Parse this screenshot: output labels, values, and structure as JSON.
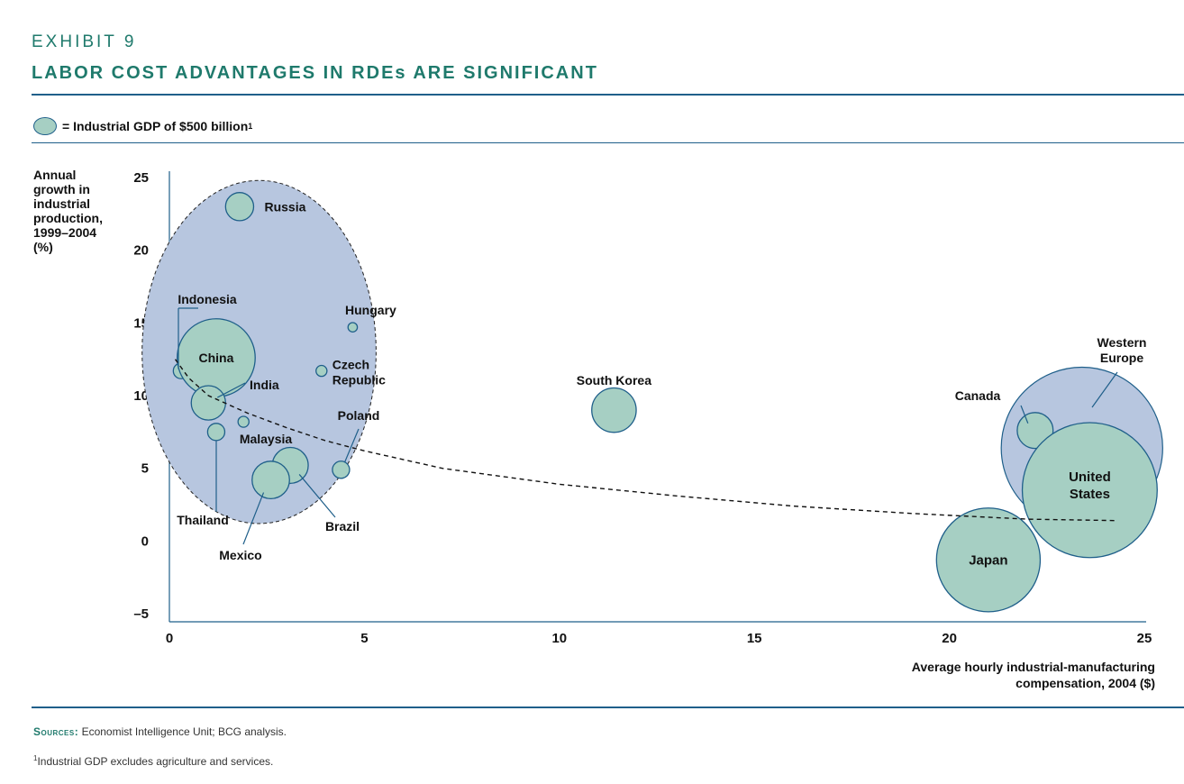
{
  "header": {
    "exhibit": "EXHIBIT 9",
    "title": "LABOR COST ADVANTAGES IN RDEs ARE SIGNIFICANT"
  },
  "legend": {
    "text": "= Industrial GDP of $500 billion",
    "footnote_marker": "1"
  },
  "footer": {
    "sources_lead": "Sources:",
    "sources_text": " Economist Intelligence Unit; BCG analysis.",
    "footnote_marker": "1",
    "footnote_text": "Industrial GDP excludes agriculture and services."
  },
  "colors": {
    "brand_teal": "#1f7a6c",
    "axis_blue": "#1f5f8a",
    "bubble_fill": "#a6cfc3",
    "cluster_fill": "#b7c6df"
  },
  "chart_data": {
    "type": "scatter",
    "subtype": "bubble",
    "title": "LABOR COST ADVANTAGES IN RDEs ARE SIGNIFICANT",
    "xlabel_lines": [
      "Average hourly industrial-manufacturing",
      "compensation, 2004 ($)"
    ],
    "ylabel_lines": [
      "Annual",
      "growth in",
      "industrial",
      "production,",
      "1999–2004",
      "(%)"
    ],
    "xlim": [
      0,
      25
    ],
    "ylim": [
      -5,
      25
    ],
    "xticks": [
      0,
      5,
      10,
      15,
      20,
      25
    ],
    "yticks": [
      25,
      20,
      15,
      10,
      5,
      0,
      -5
    ],
    "ytick_labels": [
      "25",
      "20",
      "15",
      "10",
      "5",
      "0",
      "–5"
    ],
    "grid": false,
    "bubble_size_reference": "Industrial GDP of $500 billion",
    "points": [
      {
        "label": "Russia",
        "x": 1.8,
        "y": 23.0,
        "r": 0.36
      },
      {
        "label": "Hungary",
        "x": 4.7,
        "y": 14.7,
        "r": 0.12
      },
      {
        "label": "Indonesia",
        "x": 0.3,
        "y": 11.7,
        "r": 0.2
      },
      {
        "label": "China",
        "x": 1.2,
        "y": 12.6,
        "r": 1.0
      },
      {
        "label": "Czech Republic",
        "x": 3.9,
        "y": 11.7,
        "r": 0.14
      },
      {
        "label": "India",
        "x": 1.0,
        "y": 9.5,
        "r": 0.44
      },
      {
        "label": "Malaysia",
        "x": 1.9,
        "y": 8.2,
        "r": 0.14
      },
      {
        "label": "Thailand",
        "x": 1.2,
        "y": 7.5,
        "r": 0.22
      },
      {
        "label": "Poland",
        "x": 4.4,
        "y": 4.9,
        "r": 0.22
      },
      {
        "label": "Brazil",
        "x": 3.1,
        "y": 5.2,
        "r": 0.46
      },
      {
        "label": "Mexico",
        "x": 2.6,
        "y": 4.2,
        "r": 0.48
      },
      {
        "label": "South Korea",
        "x": 11.4,
        "y": 9.0,
        "r": 0.57
      },
      {
        "label": "Canada",
        "x": 22.2,
        "y": 7.6,
        "r": 0.46
      },
      {
        "label": "United States",
        "x": 23.6,
        "y": 3.5,
        "r": 1.73
      },
      {
        "label": "Japan",
        "x": 21.0,
        "y": -1.3,
        "r": 1.33
      }
    ],
    "regions": [
      {
        "label": "Western Europe",
        "cx": 23.4,
        "cy": 6.4,
        "r": 2.07
      },
      {
        "label": "RDE cluster",
        "cx": 2.3,
        "cy": 13.0,
        "rx": 3.0,
        "ry": 11.8
      }
    ],
    "trendline": {
      "style": "dashed",
      "points": [
        [
          0.15,
          12.5
        ],
        [
          0.5,
          11.2
        ],
        [
          1.0,
          10.0
        ],
        [
          2.0,
          8.8
        ],
        [
          3.0,
          7.8
        ],
        [
          4.0,
          6.9
        ],
        [
          5.0,
          6.2
        ],
        [
          7.0,
          5.0
        ],
        [
          10.0,
          3.9
        ],
        [
          13.0,
          3.1
        ],
        [
          16.0,
          2.4
        ],
        [
          19.0,
          1.9
        ],
        [
          22.0,
          1.5
        ],
        [
          24.3,
          1.4
        ]
      ]
    }
  }
}
